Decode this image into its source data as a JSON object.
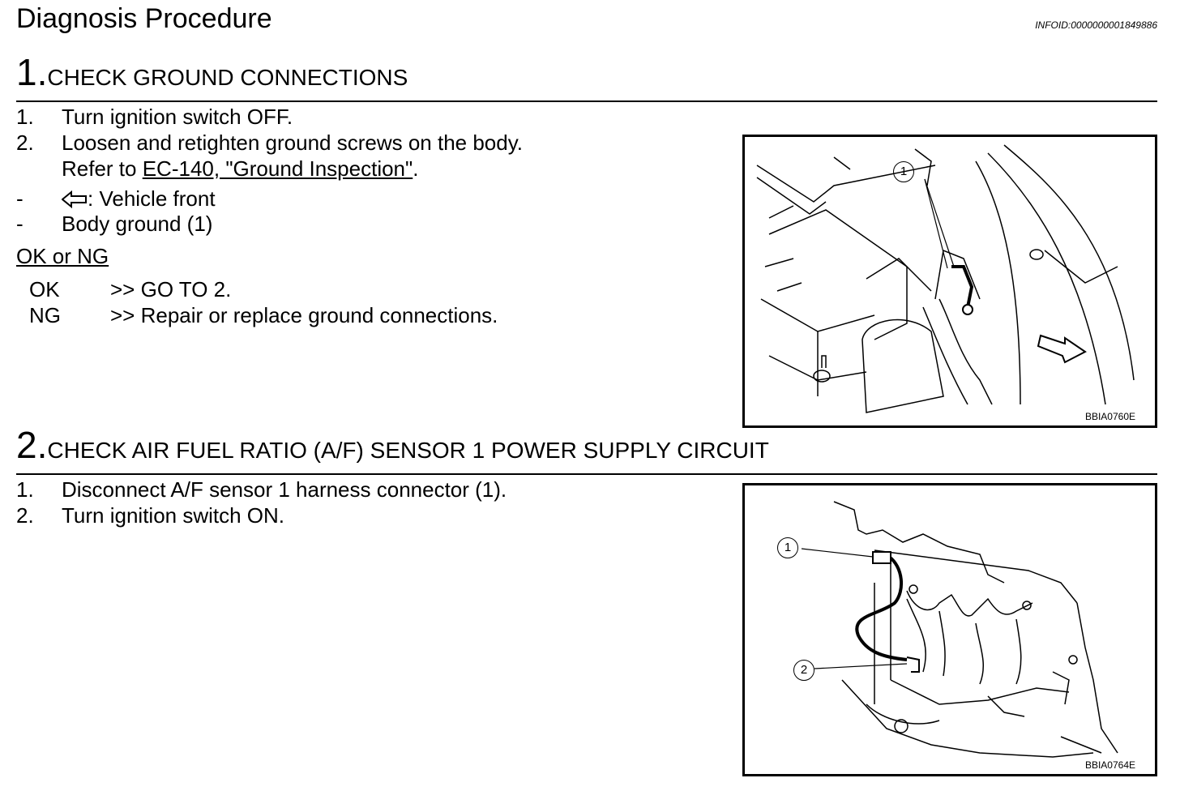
{
  "page": {
    "title": "Diagnosis Procedure",
    "infoid": "INFOID:0000000001849886"
  },
  "step1": {
    "number": "1.",
    "title": "CHECK GROUND CONNECTIONS",
    "instructions": [
      {
        "num": "1.",
        "text": "Turn ignition switch OFF."
      },
      {
        "num": "2.",
        "text": "Loosen and retighten ground screws on the body."
      }
    ],
    "refer_prefix": "Refer to ",
    "refer_link": "EC-140, \"Ground Inspection\"",
    "refer_suffix": ".",
    "notes": [
      {
        "bullet": "-",
        "icon": "arrow-left-icon",
        "text": ": Vehicle front"
      },
      {
        "bullet": "-",
        "text": "Body ground (1)"
      }
    ],
    "ok_ng_label": "OK or NG",
    "results": [
      {
        "key": "OK",
        "value": ">> GO TO 2."
      },
      {
        "key": "NG",
        "value": ">> Repair or replace ground connections."
      }
    ],
    "figure": {
      "code": "BBIA0760E",
      "callout": "1"
    }
  },
  "step2": {
    "number": "2.",
    "title": "CHECK AIR FUEL RATIO (A/F) SENSOR 1 POWER SUPPLY CIRCUIT",
    "instructions": [
      {
        "num": "1.",
        "text": "Disconnect A/F sensor 1 harness connector (1)."
      },
      {
        "num": "2.",
        "text": "Turn ignition switch ON."
      }
    ],
    "figure": {
      "code": "BBIA0764E",
      "callout1": "1",
      "callout2": "2"
    }
  }
}
